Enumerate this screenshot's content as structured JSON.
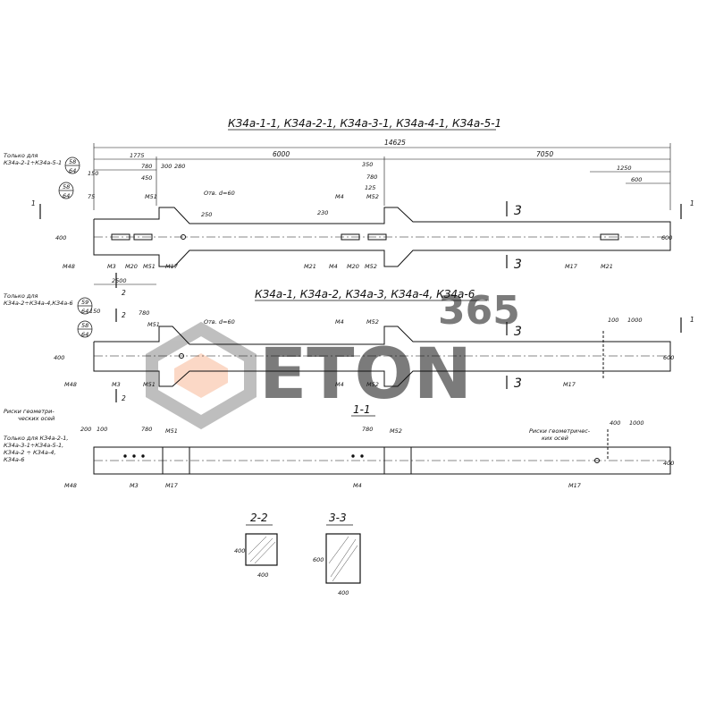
{
  "titles": {
    "view_top": "КЗ4а-1-1, КЗ4а-2-1, КЗ4а-3-1, КЗ4а-4-1, КЗ4а-5-1",
    "view_mid": "КЗ4а-1, КЗ4а-2, КЗ4а-3, КЗ4а-4, КЗ4а-6",
    "section_1": "1-1",
    "section_2": "2-2",
    "section_3": "3-3"
  },
  "notes": {
    "only_for_top_1": "Только для",
    "only_for_top_2": "КЗ4а-2-1÷КЗ4а-5-1",
    "only_for_mid_1": "Только для",
    "only_for_mid_2": "КЗ4а-2÷КЗ4а-4,КЗ4а-6",
    "geom_axes_left_1": "Риски геометри-",
    "geom_axes_left_2": "ческих осей",
    "only_for_sec_1": "Только для КЗ4а-2-1,",
    "only_for_sec_2": "КЗ4а-3-1÷КЗ4а-5-1,",
    "only_for_sec_3": "КЗ4а-2 ÷ КЗ4а-4,",
    "only_for_sec_4": "КЗ4а-6",
    "geom_axes_right_1": "Риски геометричес-",
    "geom_axes_right_2": "ких осей"
  },
  "circled": {
    "c58a": "58",
    "c64a": "64",
    "c58b": "58",
    "c64b": "64",
    "c59": "59",
    "c64c": "64",
    "c58c": "58",
    "c64d": "64"
  },
  "dims_top": {
    "total": "14625",
    "d6000": "6000",
    "d7050": "7050",
    "d1775": "1775",
    "d1250": "1250",
    "d600": "600",
    "d2500": "2500",
    "d780": "780",
    "d450": "450",
    "d300": "300",
    "d280": "280",
    "d150": "150",
    "d75": "75",
    "d230": "230",
    "d350": "350",
    "d780b": "780",
    "d125": "125",
    "d400": "400",
    "d600h": "600",
    "d250": "250",
    "hole": "Отв. d=60"
  },
  "dims_mid": {
    "d150": "150",
    "d400": "400",
    "d600": "600",
    "d780": "780",
    "d100": "100",
    "d1000": "1000",
    "hole": "Отв. d=60"
  },
  "dims_sec": {
    "d200": "200",
    "d100": "100",
    "d780": "780",
    "d780b": "780",
    "d400": "400",
    "d1000": "1000",
    "d400h": "400"
  },
  "dims_cs": {
    "w22": "400",
    "h22": "400",
    "w33": "400",
    "h33": "600"
  },
  "marks": {
    "m48": "М48",
    "m3": "М3",
    "m20": "М20",
    "m51": "М51",
    "m17": "М17",
    "m4": "М4",
    "m52": "М52",
    "m21": "М21",
    "m21b": "М21",
    "m17b": "М17"
  },
  "cut_labels": {
    "one": "1",
    "two": "2",
    "three": "3"
  },
  "watermark": {
    "digits": "365",
    "word": "ЕТОN",
    "color_main": "#8a8a8a",
    "color_accent": "#f39a6b"
  }
}
